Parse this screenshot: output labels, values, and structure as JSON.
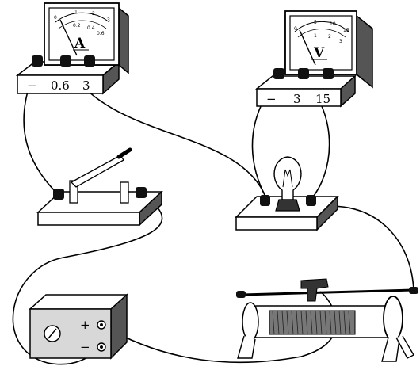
{
  "ammeter": {
    "symbol": "A",
    "terminals": [
      "−",
      "0.6",
      "3"
    ],
    "scale_outer": [
      "0",
      "1",
      "2",
      "3"
    ],
    "scale_inner": [
      "0.2",
      "0.4",
      "0.6"
    ]
  },
  "voltmeter": {
    "symbol": "V",
    "terminals": [
      "−",
      "3",
      "15"
    ],
    "scale_outer": [
      "0",
      "5",
      "10",
      "15"
    ],
    "scale_inner": [
      "1",
      "2",
      "3"
    ]
  },
  "power_supply": {
    "plus": "+",
    "minus": "−"
  },
  "colors": {
    "ink": "#000000",
    "panel_face": "#ffffff",
    "panel_shade": "#555555",
    "panel_light": "#dcdcdc",
    "case_gray": "#d8d8d8"
  }
}
